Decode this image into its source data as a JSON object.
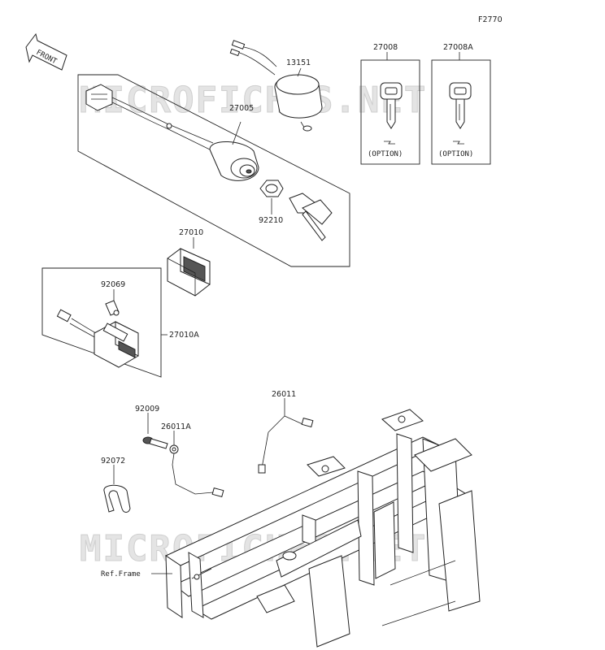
{
  "figure_code": "F2770",
  "front_label": "FRONT",
  "watermark_text": "MICROFICHES.NET",
  "parts": {
    "p13151": "13151",
    "p27005": "27005",
    "p27008": "27008",
    "p27008A": "27008A",
    "p92210": "92210",
    "p27010": "27010",
    "p92069": "92069",
    "p27010A": "27010A",
    "p26011": "26011",
    "p92009": "92009",
    "p26011A": "26011A",
    "p92072": "92072"
  },
  "option_label": "(OPTION)",
  "ref_frame_label": "Ref.Frame"
}
